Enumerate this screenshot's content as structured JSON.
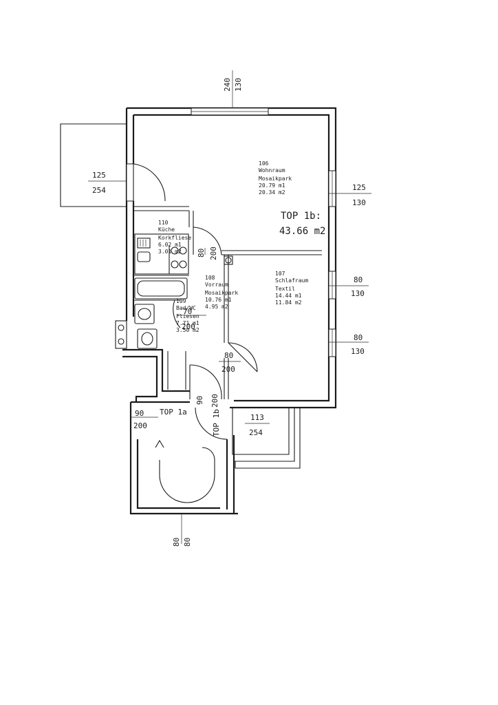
{
  "rooms": {
    "wohnraum": {
      "number": "106",
      "name": "Wohnraum",
      "floor": "Mosaikpark",
      "perimeter": "20.79 m1",
      "area": "20.34 m2"
    },
    "kueche": {
      "number": "110",
      "name": "Küche",
      "floor": "Korkfliese",
      "perimeter": "6.02 m1",
      "area": "3.01 m2"
    },
    "vorraum": {
      "number": "108",
      "name": "Vorraum",
      "floor": "Mosaikpark",
      "perimeter": "10.76 m1",
      "area": "4.95 m2"
    },
    "bad": {
      "number": "109",
      "name": "Bad/WC",
      "floor": "Fliesen",
      "perimeter": "7.71 m1",
      "area": "3.50 m2"
    },
    "schlafraum": {
      "number": "107",
      "name": "Schlafraum",
      "floor": "Textil",
      "perimeter": "14.44 m1",
      "area": "11.84 m2"
    }
  },
  "units": {
    "top1b": {
      "label": "TOP 1b:",
      "area": "43.66 m2"
    },
    "top1a": {
      "label": "TOP 1a"
    },
    "top1b_short": {
      "label": "TOP 1b"
    }
  },
  "dimensions": {
    "top_window": {
      "upper": "240",
      "lower": "130"
    },
    "left_balcony": {
      "upper": "125",
      "lower": "254"
    },
    "right_window_1": {
      "upper": "125",
      "lower": "130"
    },
    "right_window_2": {
      "upper": "80",
      "lower": "130"
    },
    "right_window_3": {
      "upper": "80",
      "lower": "130"
    },
    "door_kitchen": {
      "upper": "80",
      "lower": "200"
    },
    "door_bath": {
      "upper": "70",
      "lower": "200"
    },
    "door_bedroom": {
      "upper": "80",
      "lower": "200"
    },
    "door_entrance": {
      "upper": "90",
      "lower": "200"
    },
    "door_top1a": {
      "upper": "90",
      "lower": "200"
    },
    "bottom_balcony": {
      "upper": "113",
      "lower": "254"
    },
    "bottom_window": {
      "upper": "80",
      "lower": "80"
    }
  },
  "colors": {
    "ink": "#1a1a1a",
    "paper": "#ffffff"
  }
}
